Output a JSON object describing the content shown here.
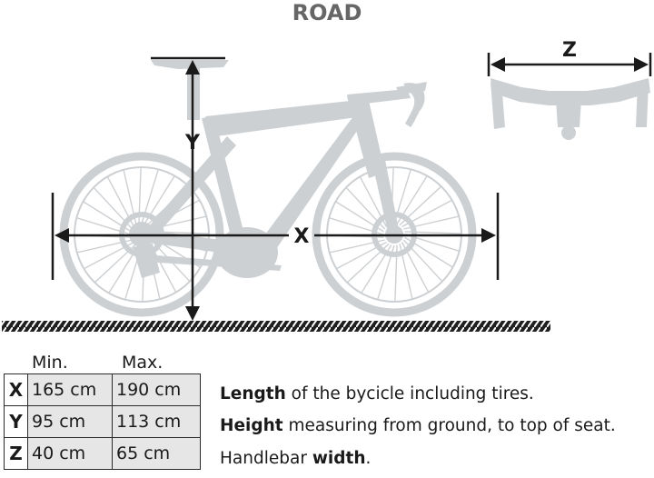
{
  "title": "ROAD",
  "labels": {
    "x": "X",
    "y": "Y",
    "z": "Z"
  },
  "colors": {
    "bike": "#cdd0d3",
    "ink": "#1a1a1a",
    "title": "#666666",
    "cell": "#e6e6e6"
  },
  "table": {
    "min_header": "Min.",
    "max_header": "Max.",
    "rows": [
      {
        "key": "X",
        "min": "165 cm",
        "max": "190 cm",
        "desc_bold": "Length",
        "desc_rest": " of the bycicle including tires."
      },
      {
        "key": "Y",
        "min": "95 cm",
        "max": "113 cm",
        "desc_bold": "Height",
        "desc_rest": " measuring from ground, to top of seat."
      },
      {
        "key": "Z",
        "min": "40 cm",
        "max": "65 cm",
        "desc_pre": "Handlebar ",
        "desc_bold": "width",
        "desc_post": "."
      }
    ]
  }
}
